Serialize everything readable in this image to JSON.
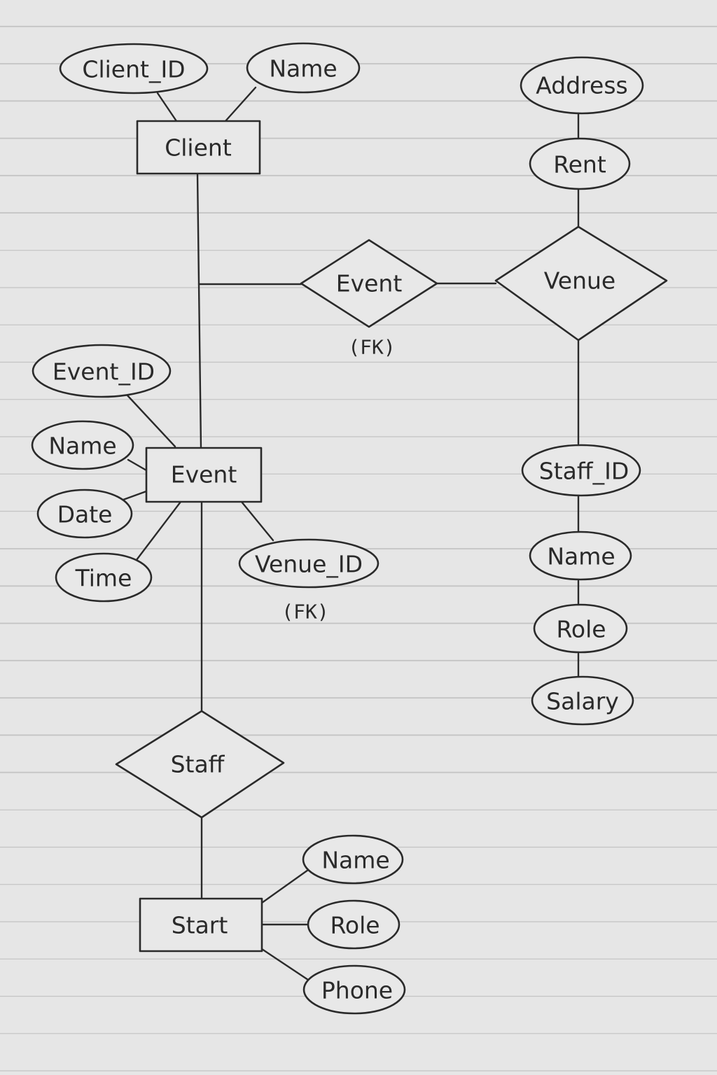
{
  "entities": {
    "client": "Client",
    "event": "Event",
    "start": "Start"
  },
  "relationships": {
    "event": "Event",
    "venue": "Venue",
    "staff": "Staff"
  },
  "attributes": {
    "client_id": "Client_ID",
    "client_name": "Name",
    "address": "Address",
    "rent": "Rent",
    "event_id": "Event_ID",
    "event_name": "Name",
    "date": "Date",
    "time": "Time",
    "venue_id": "Venue_ID",
    "staff_id": "Staff_ID",
    "venue_staff_name": "Name",
    "venue_staff_role": "Role",
    "salary": "Salary",
    "start_name": "Name",
    "start_role": "Role",
    "phone": "Phone"
  },
  "notes": {
    "event_fk": "(FK)",
    "venue_id_fk": "(FK)"
  }
}
